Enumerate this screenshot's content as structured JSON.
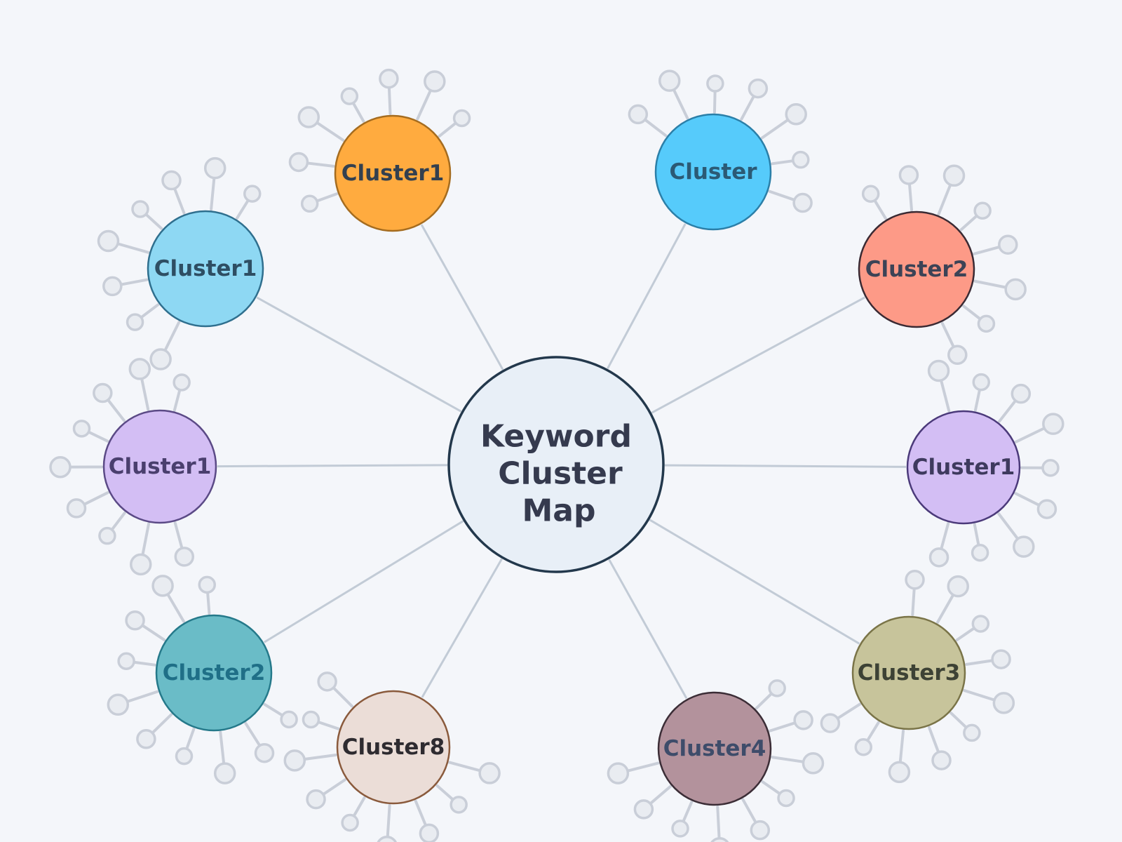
{
  "center": {
    "lines": [
      "Keyword",
      "Cluster",
      "Map"
    ],
    "fill": "#e8eff7",
    "stroke": "#23384c"
  },
  "edge_color": "#c2cbd6",
  "leaf_color": "#c9ced8",
  "clusters": [
    {
      "label": "Cluster1",
      "fill": "#ffab3f",
      "stroke": "#a56c1f",
      "text": "#33404f",
      "leaves": 7
    },
    {
      "label": "Cluster",
      "fill": "#56cbfb",
      "stroke": "#2b7fa8",
      "text": "#2b5a75",
      "leaves": 7
    },
    {
      "label": "Cluster1",
      "fill": "#8ed8f3",
      "stroke": "#2f6f8e",
      "text": "#2e4e63",
      "leaves": 8
    },
    {
      "label": "Cluster2",
      "fill": "#fd9a87",
      "stroke": "#3a2a33",
      "text": "#3c4356",
      "leaves": 8
    },
    {
      "label": "Cluster1",
      "fill": "#d3bef4",
      "stroke": "#5b4a86",
      "text": "#4a3f6e",
      "leaves": 9
    },
    {
      "label": "Cluster1",
      "fill": "#d3bef4",
      "stroke": "#4b3a7a",
      "text": "#3e3a5e",
      "leaves": 9
    },
    {
      "label": "Cluster2",
      "fill": "#6abcc7",
      "stroke": "#25798a",
      "text": "#1f6f87",
      "leaves": 10
    },
    {
      "label": "Cluster3",
      "fill": "#c7c49b",
      "stroke": "#7a7448",
      "text": "#3d4235",
      "leaves": 10
    },
    {
      "label": "Cluster8",
      "fill": "#ebddd7",
      "stroke": "#8a5a3c",
      "text": "#2e2b30",
      "leaves": 9
    },
    {
      "label": "Cluster4",
      "fill": "#b3929c",
      "stroke": "#3b2d36",
      "text": "#3e4c6a",
      "leaves": 9
    }
  ]
}
